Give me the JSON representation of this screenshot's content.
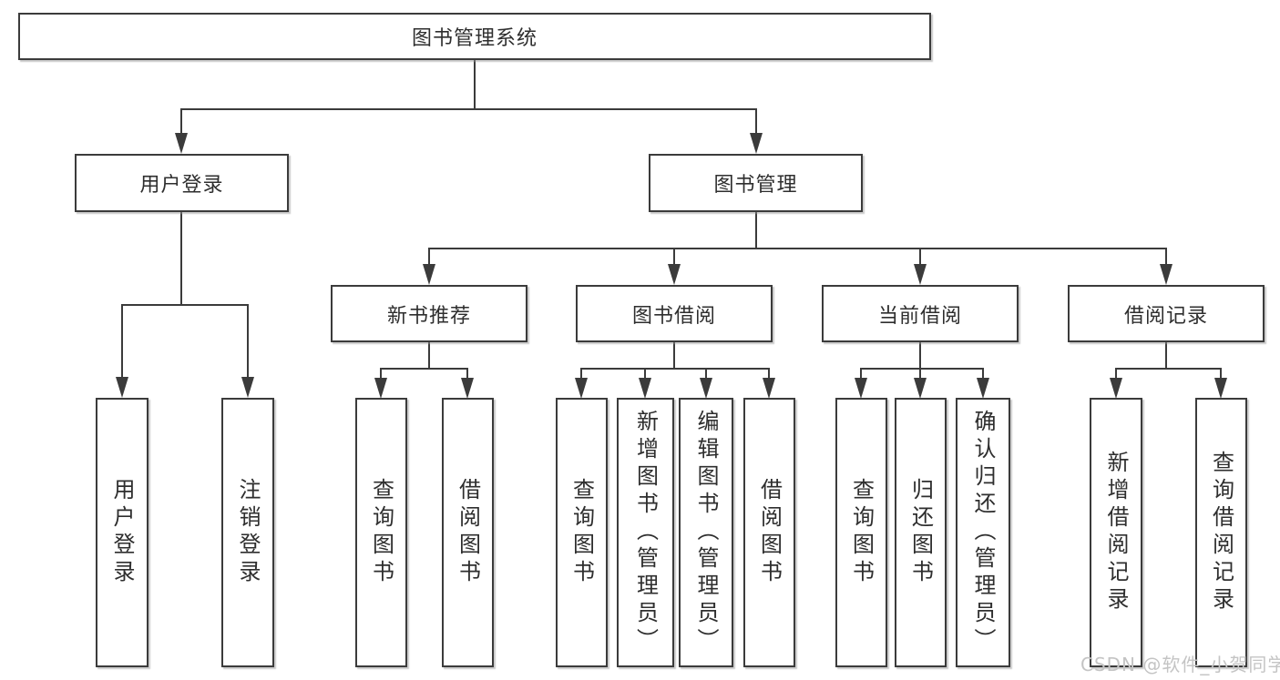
{
  "diagram": {
    "root": {
      "label": "图书管理系统"
    },
    "level2": [
      {
        "label": "用户登录"
      },
      {
        "label": "图书管理"
      }
    ],
    "level3": [
      {
        "label": "新书推荐"
      },
      {
        "label": "图书借阅"
      },
      {
        "label": "当前借阅"
      },
      {
        "label": "借阅记录"
      }
    ],
    "leaves": {
      "user_login": [
        "用户登录",
        "注销登录"
      ],
      "new_book": [
        "查询图书",
        "借阅图书"
      ],
      "book_borrowing": [
        "查询图书",
        "新增图书（管理员）",
        "编辑图书（管理员）",
        "借阅图书"
      ],
      "current_borrowing": [
        "查询图书",
        "归还图书",
        "确认归还（管理员）"
      ],
      "borrowing_records": [
        "新增借阅记录",
        "查询借阅记录"
      ]
    },
    "watermark": "CSDN @软件_小贺同学",
    "colors": {
      "line": "#3b3b3b",
      "text": "#2e2e2e",
      "background": "#ffffff",
      "watermark": "#c4c4c4"
    }
  }
}
